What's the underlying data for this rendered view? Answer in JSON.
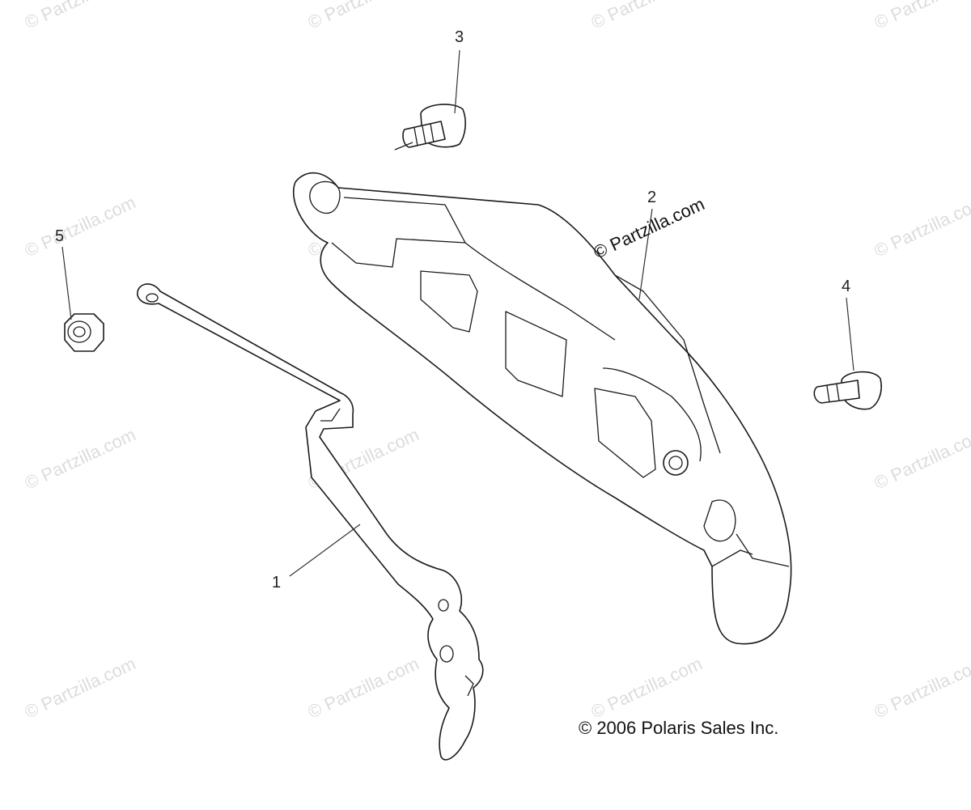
{
  "watermark": {
    "text": "© Partzilla.com"
  },
  "brand_mark": {
    "text": "© Partzilla.com"
  },
  "callouts": [
    {
      "id": "1",
      "label": "1"
    },
    {
      "id": "2",
      "label": "2"
    },
    {
      "id": "3",
      "label": "3"
    },
    {
      "id": "4",
      "label": "4"
    },
    {
      "id": "5",
      "label": "5"
    }
  ],
  "copyright": {
    "text": "© 2006 Polaris Sales Inc."
  }
}
